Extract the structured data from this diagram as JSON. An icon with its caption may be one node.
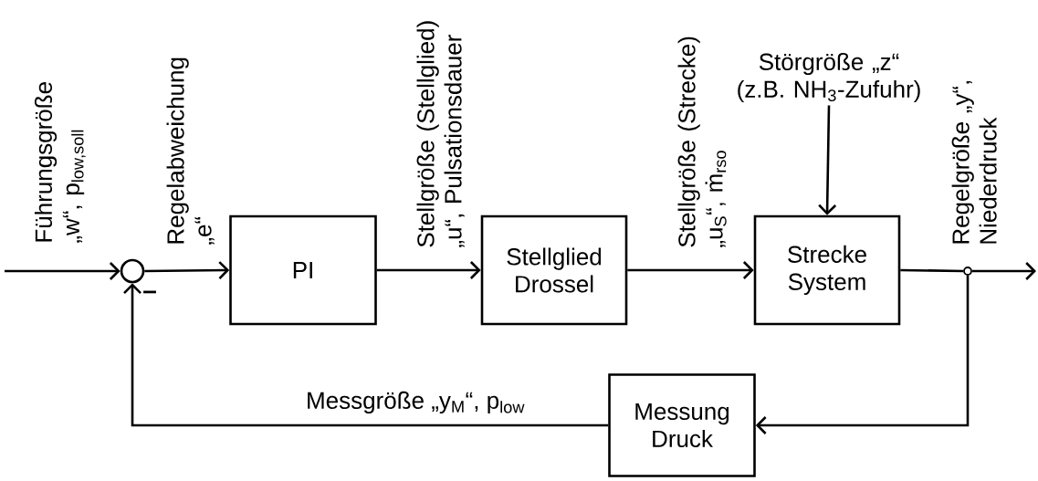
{
  "diagram": {
    "nodes": [
      {
        "text": [],
        "shape": "circle"
      },
      {
        "text": [
          "PI"
        ]
      },
      {
        "text": [
          "Stellglied Drossel"
        ]
      },
      {
        "text": [
          "Strecke System"
        ]
      },
      {
        "text": [
          "Messung Druck"
        ]
      },
      {
        "text": [],
        "shape": "circle"
      },
      {
        "text": [
          "Störgröße „z“ (z.B. NH$_{3}$-Zufuhr)"
        ]
      }
    ],
    "edges": [
      {
        "from": null,
        "to": 0,
        "arrow": "to",
        "label": "Führungsgröße „w“, p$_{low,soll}$"
      },
      {
        "from": 0,
        "to": 1,
        "arrow": "to",
        "label": "Regelabweichung „e“"
      },
      {
        "from": 1,
        "to": 2,
        "arrow": "to",
        "label": "Stellgröße (Stellglied) „u“, Pulsationsdauer"
      },
      {
        "from": 2,
        "to": 3,
        "arrow": "to",
        "label": "Stellgröße (Strecke) „u$_{S}$“, ṁ$_{rso}$"
      },
      {
        "from": 3,
        "to": 5,
        "arrow": "none"
      },
      {
        "from": 5,
        "to": null,
        "arrow": "to",
        "label": "Regelgröße „y“, Niederdruck"
      },
      {
        "from": 5,
        "to": 4,
        "arrow": "to"
      },
      {
        "from": 4,
        "to": 0,
        "arrow": "to",
        "label": "Messgröße „y$_{M}$“, p$_{low}$"
      },
      {
        "from": 6,
        "to": 3,
        "arrow": "to"
      }
    ],
    "labels": [
      "–"
    ]
  }
}
